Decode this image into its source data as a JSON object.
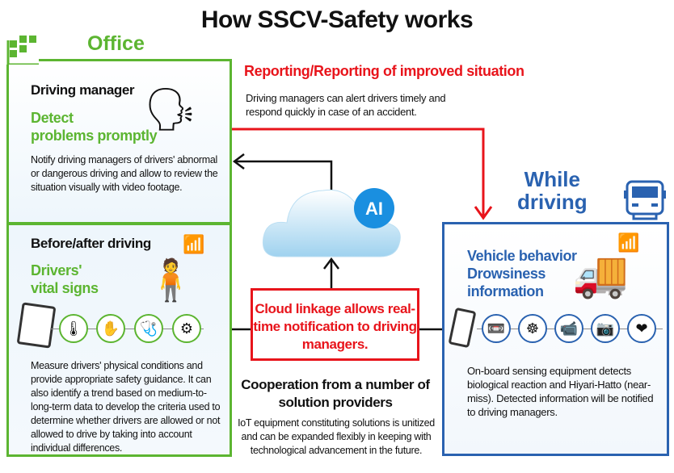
{
  "title": "How SSCV-Safety works",
  "office": {
    "label": "Office",
    "manager": {
      "heading": "Driving manager",
      "subheading_line1": "Detect",
      "subheading_line2": "problems promptly",
      "description": "Notify driving managers of drivers' abnormal or dangerous driving and allow to review the situation visually with video footage."
    },
    "before_after": {
      "heading": "Before/after driving",
      "subheading_line1": "Drivers'",
      "subheading_line2": "vital signs",
      "devices": [
        "tablet-icon",
        "thermometer-icon",
        "hand-sensor-icon",
        "blood-pressure-icon",
        "breathalyzer-icon"
      ],
      "description": "Measure drivers' physical conditions and provide appropriate safety guidance. It can also identify a trend based on medium-to-long-term data to develop the criteria used to determine whether drivers are allowed or not allowed to drive by taking into account individual differences."
    }
  },
  "reporting": {
    "heading": "Reporting/Reporting of improved situation",
    "description": "Driving managers can alert drivers timely and respond quickly in case of an accident."
  },
  "cloud": {
    "badge": "AI"
  },
  "linkage": {
    "text": "Cloud linkage allows real-time notification to driving managers."
  },
  "cooperation": {
    "heading": "Cooperation from a number of solution providers",
    "description": "IoT equipment constituting solutions is unitized and can be expanded flexibly in keeping with technological advancement in the future."
  },
  "driving": {
    "label_line1": "While",
    "label_line2": "driving",
    "heading_line1": "Vehicle behavior",
    "heading_line2": "Drowsiness",
    "heading_line3": "information",
    "devices": [
      "smartphone-icon",
      "recorder-icon",
      "steering-wheel-icon",
      "camera-icon",
      "dashcam-icon",
      "heart-icon"
    ],
    "description": "On-board sensing equipment detects biological reaction and Hiyari-Hatto (near-miss). Detected information will be notified to driving managers."
  },
  "colors": {
    "office": "#5cb531",
    "driving": "#2a62b0",
    "alert": "#e8141b",
    "ai": "#1a8fe0"
  }
}
